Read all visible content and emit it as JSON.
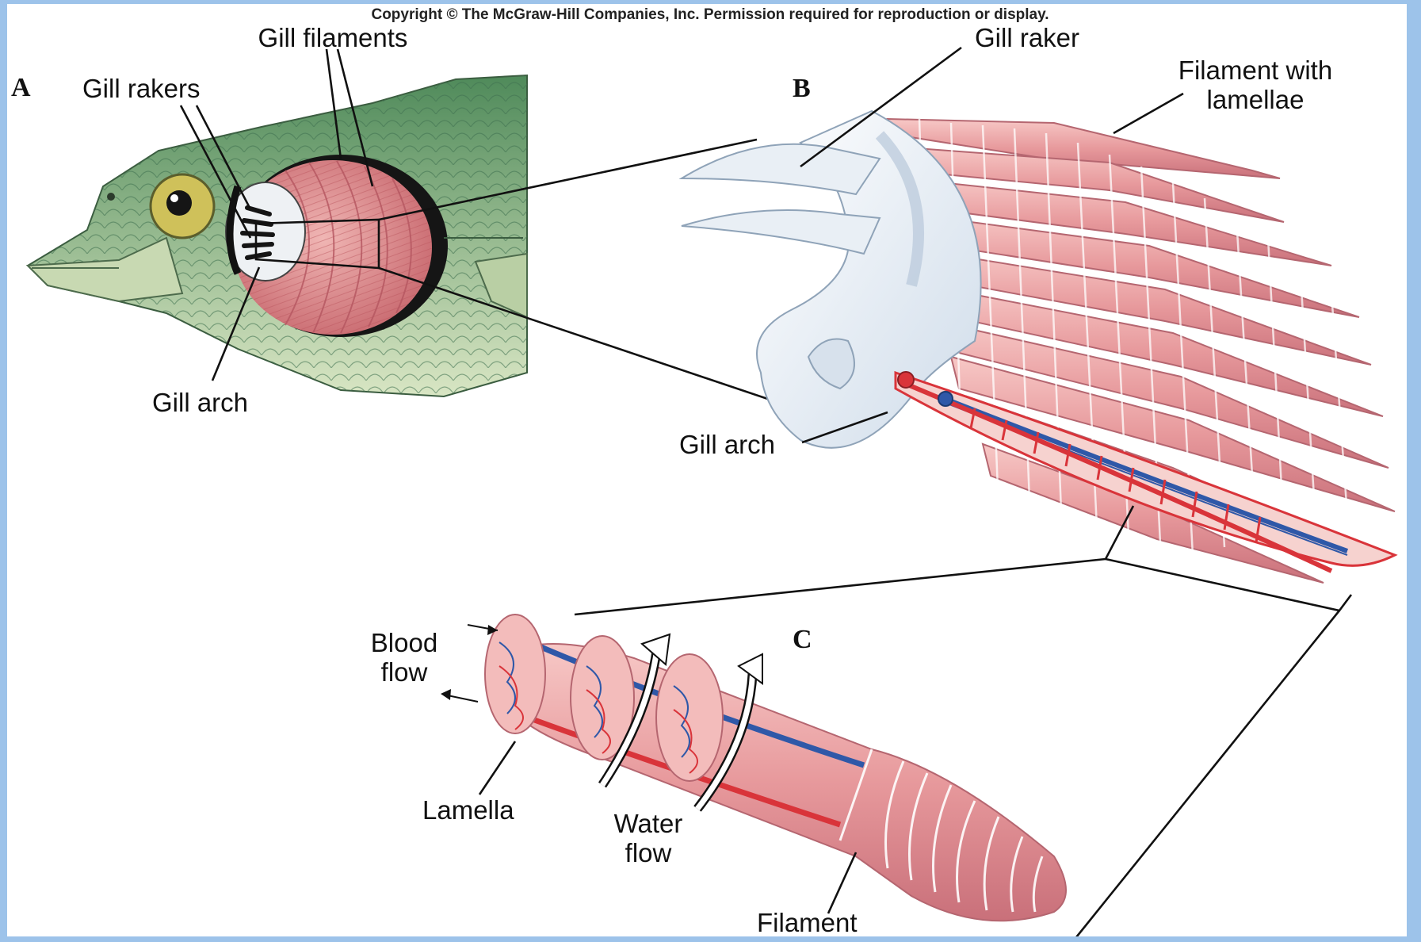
{
  "copyright": "Copyright © The McGraw-Hill Companies, Inc. Permission required for reproduction or display.",
  "panels": {
    "a": "A",
    "b": "B",
    "c": "C"
  },
  "labels": {
    "gill_filaments": "Gill filaments",
    "gill_rakers": "Gill rakers",
    "gill_arch_a": "Gill arch",
    "gill_raker": "Gill raker",
    "filament_with_lamellae_1": "Filament with",
    "filament_with_lamellae_2": "lamellae",
    "gill_arch_b": "Gill arch",
    "blood_flow_1": "Blood",
    "blood_flow_2": "flow",
    "lamella": "Lamella",
    "water_flow_1": "Water",
    "water_flow_2": "flow",
    "filament": "Filament"
  },
  "colors": {
    "frame": "#9dc3ea",
    "fish_body": "#8fb58a",
    "gill_pink": "#e39a9c",
    "raker_white": "#e7eef5",
    "artery_red": "#d9343a",
    "vein_blue": "#2f58a8"
  }
}
